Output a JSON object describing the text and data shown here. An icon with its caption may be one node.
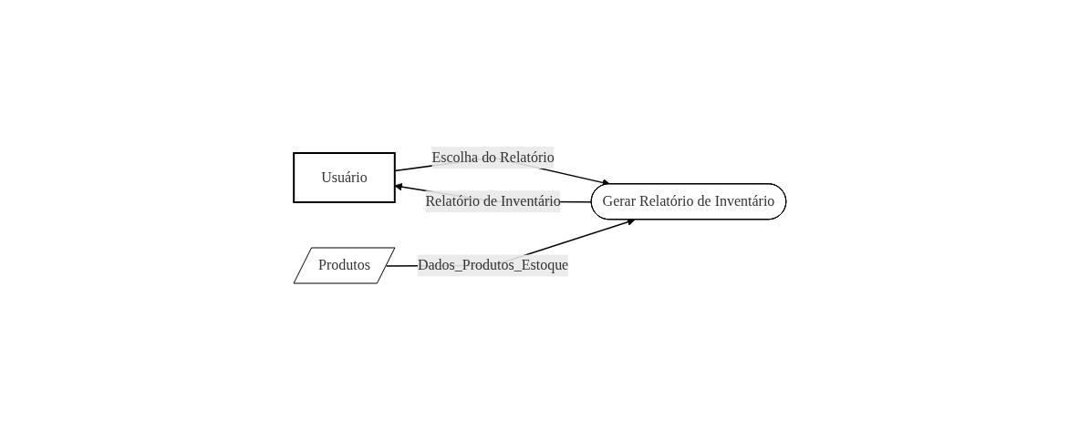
{
  "diagram": {
    "nodes": [
      {
        "text": [
          "Usuário"
        ]
      },
      {
        "text": [
          "Gerar Relatório de Inventário"
        ]
      },
      {
        "text": [
          "Produtos"
        ]
      }
    ],
    "edges": [
      {
        "from": 0,
        "to": 1,
        "arrow": "to",
        "label": "Escolha do Relatório"
      },
      {
        "from": 1,
        "to": 0,
        "arrow": "to",
        "label": "Relatório de Inventário"
      },
      {
        "from": 2,
        "to": 1,
        "arrow": "to",
        "label": "Dados_Produtos_Estoque"
      }
    ]
  }
}
